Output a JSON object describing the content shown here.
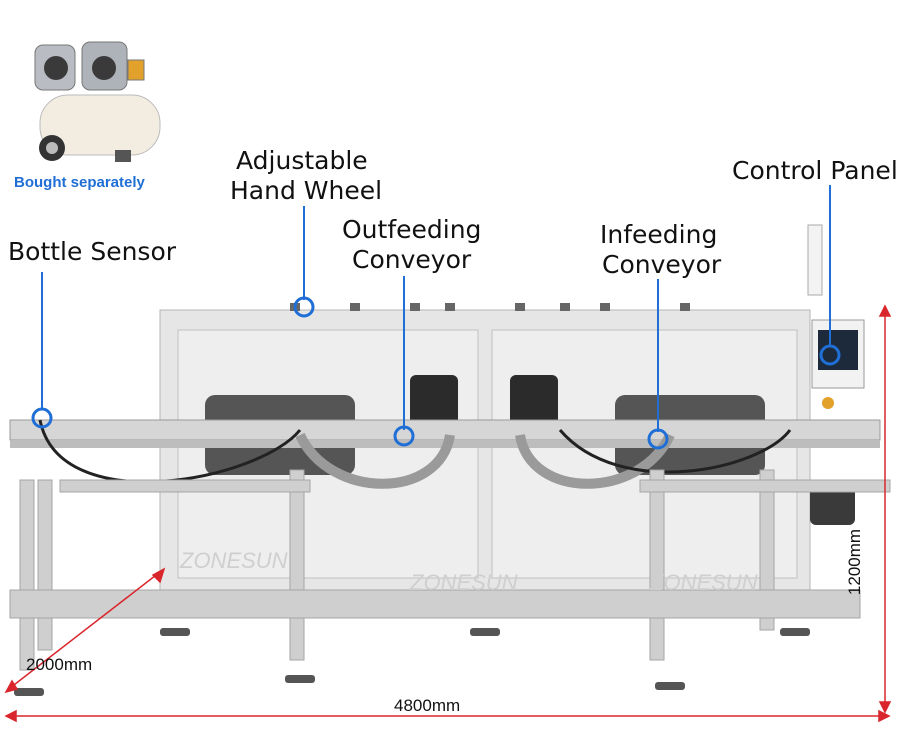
{
  "compressor": {
    "note": "Bought separately",
    "note_color": "#1f6fd6"
  },
  "callouts": {
    "bottle_sensor": "Bottle Sensor",
    "hand_wheel_line1": "Adjustable",
    "hand_wheel_line2": "Hand Wheel",
    "outfeeding_line1": "Outfeeding",
    "outfeeding_line2": "Conveyor",
    "infeeding_line1": "Infeeding",
    "infeeding_line2": "Conveyor",
    "control_panel": "Control Panel"
  },
  "dimensions": {
    "length": "4800mm",
    "depth": "2000mm",
    "height": "1200mm"
  },
  "watermark": "ZONESUN",
  "colors": {
    "marker": "#1f6fd6",
    "dimension": "#d9262c",
    "frame": "#c9c9c9"
  }
}
